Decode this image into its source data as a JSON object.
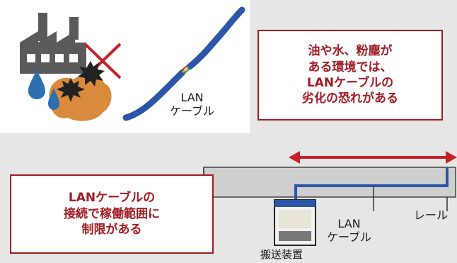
{
  "callouts": {
    "top": [
      "油や水、粉塵が",
      "ある環境では、",
      "LANケーブルの",
      "劣化の恐れがある"
    ],
    "bottom": [
      "LANケーブルの",
      "接続で稼働範囲に",
      "制限がある"
    ]
  },
  "labels": {
    "lan_top_1": "LAN",
    "lan_top_2": "ケーブル",
    "lan_bottom_1": "LAN",
    "lan_bottom_2": "ケーブル",
    "rail": "レール",
    "cart": "搬送装置"
  },
  "colors": {
    "accent_red": "#a01c24",
    "cable_blue": "#2b56a8",
    "factory_gray": "#5a5a5a",
    "oil_orange": "#d98a3c",
    "water_blue": "#2e6fb0",
    "rail_gray": "#cfcfcf"
  },
  "icons": [
    "factory-icon",
    "water-drop-icon",
    "oil-splash-icon",
    "prohibit-x-icon",
    "damaged-cable-icon",
    "double-arrow-icon",
    "transport-cart-icon"
  ]
}
